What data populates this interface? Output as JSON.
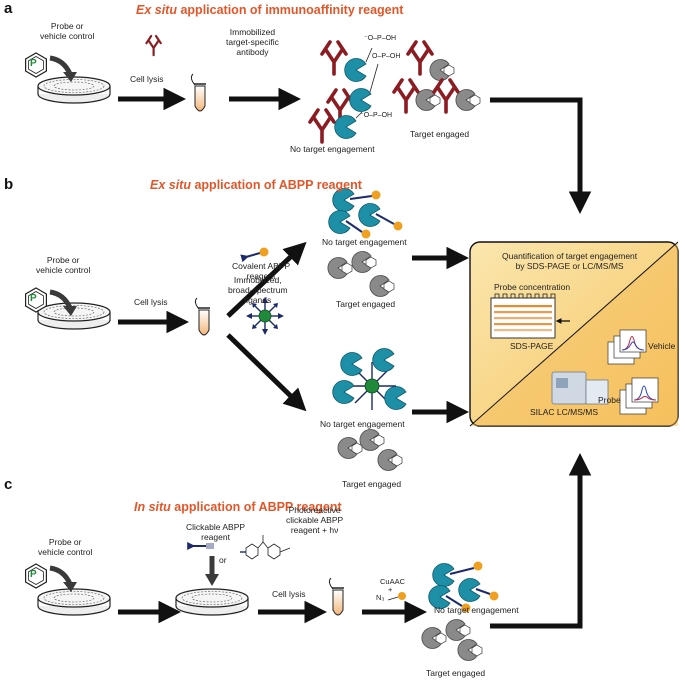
{
  "panels": {
    "a": {
      "letter": "a",
      "title_italic": "Ex situ",
      "title_rest": " application of immunoaffinity reagent",
      "probe_label": "Probe or\nvehicle control",
      "probe_badge": "P",
      "lysis_label": "Cell lysis",
      "antibody_label": "Immobilized\ntarget-specific\nantibody",
      "no_engagement": "No target engagement",
      "engaged": "Target engaged"
    },
    "b": {
      "letter": "b",
      "title_italic": "Ex situ",
      "title_rest": " application of ABPP reagent",
      "probe_label": "Probe or\nvehicle control",
      "probe_badge": "P",
      "lysis_label": "Cell lysis",
      "covalent_label": "Covalent ABPP\nreagent",
      "immobilized_label": "Immobilized,\nbroad-spectrum\nligands",
      "no_engagement_top": "No target engagement",
      "engaged_top": "Target engaged",
      "no_engagement_bottom": "No target engagement",
      "engaged_bottom": "Target engaged"
    },
    "c": {
      "letter": "c",
      "title_italic": "In situ",
      "title_rest": " application of ABPP reagent",
      "probe_label": "Probe or\nvehicle control",
      "probe_badge": "P",
      "clickable_label": "Clickable ABPP\nreagent",
      "or_label": "or",
      "photo_label": "Photoreactive\nclickable ABPP\nreagent + hν",
      "lysis_label": "Cell lysis",
      "cuaac_label": "CuAAC",
      "plus_label": "+",
      "n3_label": "N₃",
      "no_engagement": "No target engagement",
      "engaged": "Target engaged"
    }
  },
  "quant_box": {
    "title": "Quantification of target engagement\nby SDS-PAGE or LC/MS/MS",
    "probe_concentration": "Probe concentration",
    "sds_page": "SDS-PAGE",
    "vehicle": "Vehicle",
    "probe": "Probe",
    "silac": "SILAC LC/MS/MS"
  },
  "phospho": {
    "o_minus": "⁻O",
    "p": "P",
    "o": "O",
    "oh": "OH"
  },
  "colors": {
    "title_orange": "#e2572a",
    "protein_teal": "#1d8fa6",
    "protein_gray": "#8a8a8a",
    "antibody_red": "#8b1c22",
    "probe_orange": "#f0a020",
    "ligand_green": "#1f8a3a",
    "arrow_navy": "#1c2a6b",
    "box_fill": "#f9d98c"
  }
}
